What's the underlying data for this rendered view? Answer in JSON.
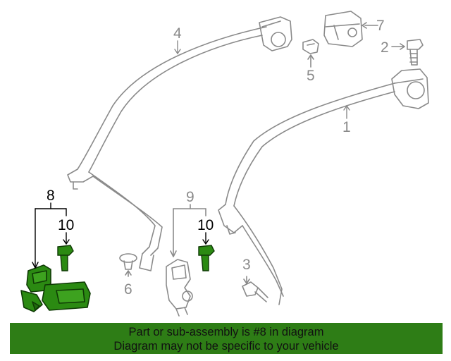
{
  "callouts": {
    "c1": "1",
    "c2": "2",
    "c3": "3",
    "c4": "4",
    "c5": "5",
    "c6": "6",
    "c7": "7",
    "c8": "8",
    "c9": "9",
    "c10a": "10",
    "c10b": "10"
  },
  "footer": {
    "line1": "Part or sub-assembly is #8 in diagram",
    "line2": "Diagram may not be specific to your vehicle"
  },
  "colors": {
    "line_art": "#8a8a8a",
    "highlight_fill": "#2b8a12",
    "highlight_stroke": "#0f3a05",
    "footer_bg": "#2e7d16"
  }
}
